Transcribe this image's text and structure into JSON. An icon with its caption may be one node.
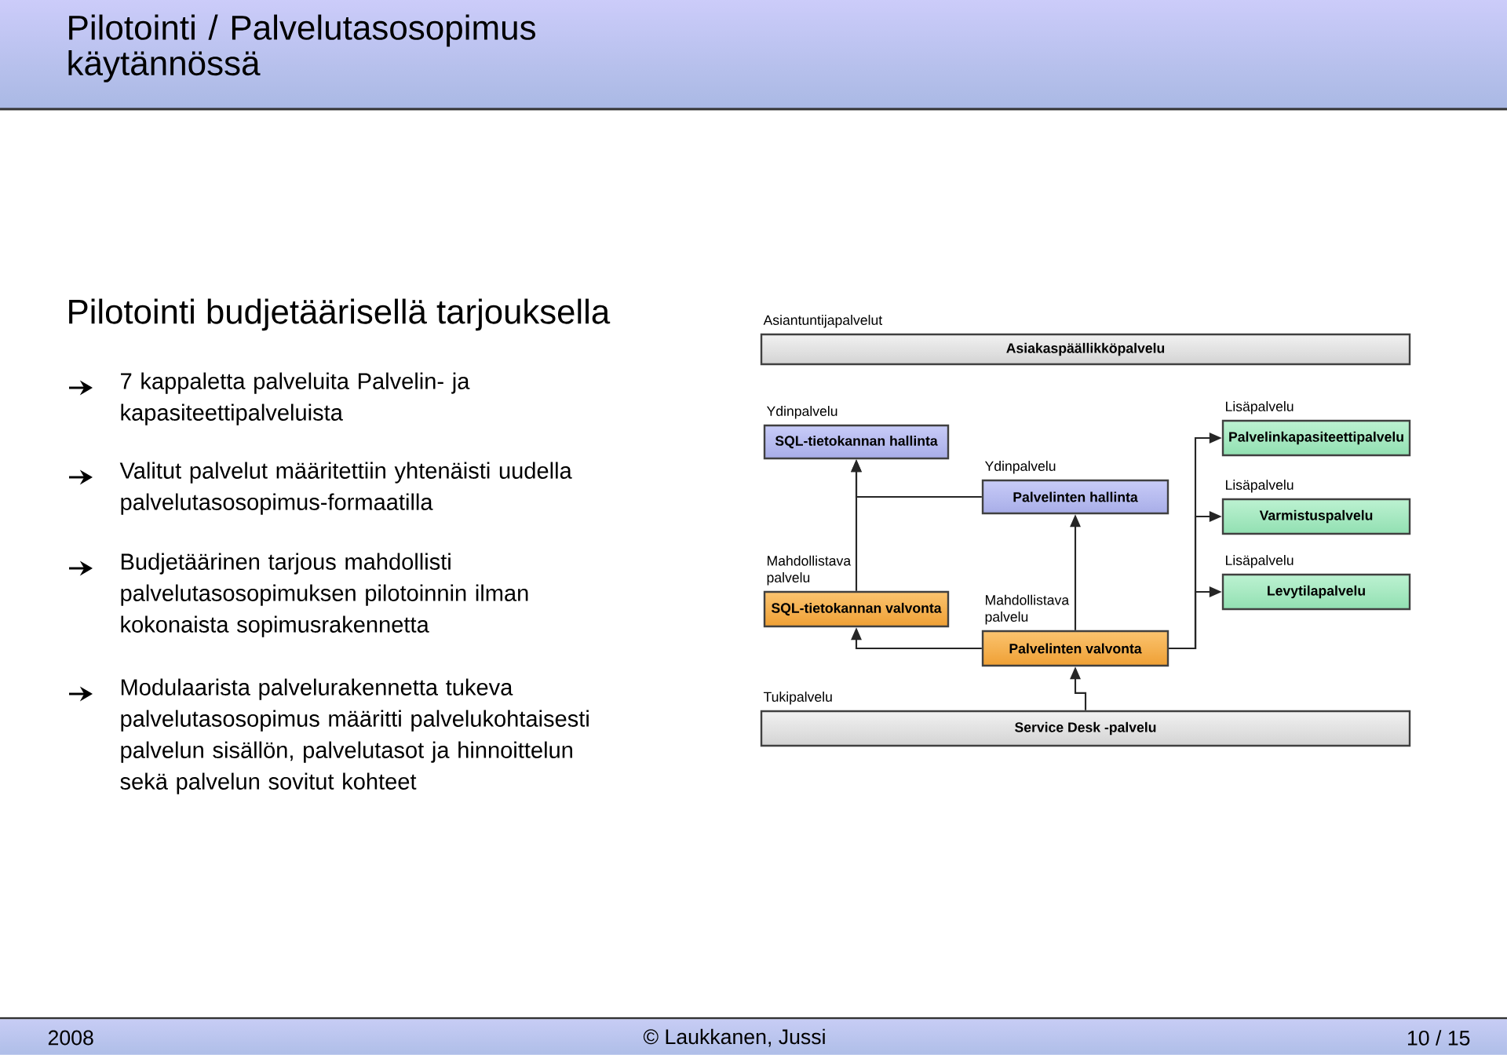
{
  "diagram": {
    "title": "Pilotointi / Palvelutasosopimus käytännössä",
    "nodes": [
      {
        "text": [
          "Asiantuntijapalvelut",
          "Asiakaspäällikköpalvelu"
        ]
      },
      {
        "text": [
          "Ydinpalvelu",
          "SQL-tietokannan hallinta"
        ]
      },
      {
        "text": [
          "Ydinpalvelu",
          "Palvelinten hallinta"
        ]
      },
      {
        "text": [
          "Lisäpalvelu",
          "Palvelinkapasiteettipalvelu"
        ]
      },
      {
        "text": [
          "Lisäpalvelu",
          "Varmistuspalvelu"
        ]
      },
      {
        "text": [
          "Mahdollistava palvelu",
          "SQL-tietokannan valvonta"
        ]
      },
      {
        "text": [
          "Mahdollistava palvelu",
          "Palvelinten valvonta"
        ]
      },
      {
        "text": [
          "Lisäpalvelu",
          "Levytilapalvelu"
        ]
      },
      {
        "text": [
          "Tukipalvelu",
          "Service Desk -palvelu"
        ]
      }
    ],
    "edges": [
      {
        "from": 5,
        "to": 1,
        "arrow": "to"
      },
      {
        "from": 2,
        "to": 1,
        "arrow": "to"
      },
      {
        "from": 6,
        "to": 2,
        "arrow": "to"
      },
      {
        "from": 6,
        "to": 5,
        "arrow": "to"
      },
      {
        "from": 6,
        "to": 3,
        "arrow": "to"
      },
      {
        "from": 6,
        "to": 4,
        "arrow": "to"
      },
      {
        "from": 6,
        "to": 7,
        "arrow": "to"
      },
      {
        "from": 8,
        "to": 6,
        "arrow": "to"
      }
    ],
    "labels": [
      "Pilotointi budjetäärisellä tarjouksella",
      "7 kappaletta palveluita Palvelin- ja kapasiteettipalveluista",
      "Valitut palvelut määritettiin yhtenäisti uudella palvelutasosopimus-formaatilla",
      "Budjetäärinen tarjous mahdollisti palvelutasosopimuksen pilotoinnin ilman kokonaista sopimusrakennetta",
      "Modulaarista palvelurakennetta tukeva palvelutasosopimus määritti palvelukohtaisesti palvelun sisällön, palvelutasot ja hinnoittelun sekä palvelun sovitut kohteet",
      "2008",
      "© Laukkanen, Jussi",
      "10 / 15"
    ]
  }
}
